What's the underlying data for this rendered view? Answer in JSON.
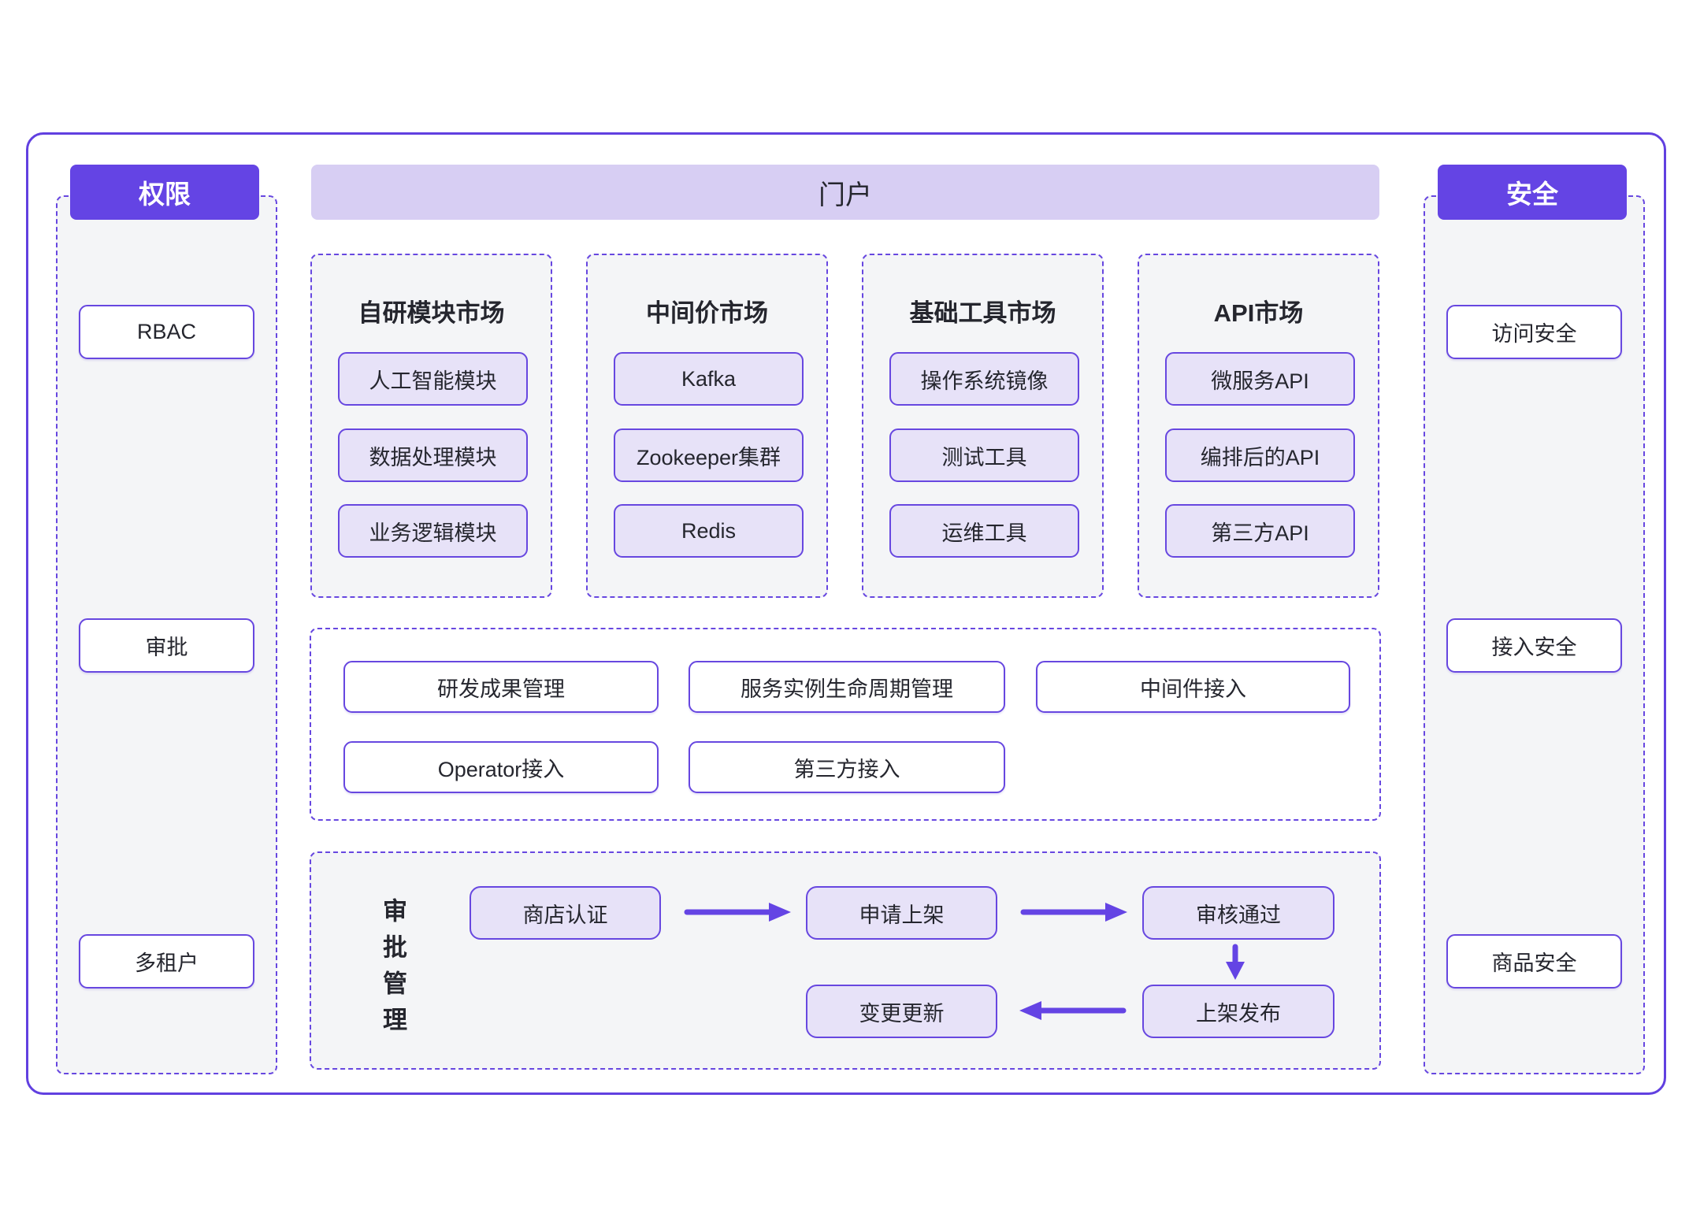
{
  "colors": {
    "accent_purple": "#6444E4",
    "box_border_purple": "#6747E0",
    "outer_border_purple": "#6140E0",
    "banner_lavender": "#D7CEF3",
    "box_lavender_fill": "#E7E2F8",
    "panel_gray_bg": "#F4F5F7",
    "text_dark": "#25262E",
    "header_text_white": "#FFFFFF"
  },
  "permissions_panel": {
    "title": "权限",
    "items": [
      "RBAC",
      "审批",
      "多租户"
    ]
  },
  "portal_banner": {
    "title": "门户"
  },
  "markets": [
    {
      "title": "自研模块市场",
      "items": [
        "人工智能模块",
        "数据处理模块",
        "业务逻辑模块"
      ]
    },
    {
      "title": "中间价市场",
      "items": [
        "Kafka",
        "Zookeeper集群",
        "Redis"
      ]
    },
    {
      "title": "基础工具市场",
      "items": [
        "操作系统镜像",
        "测试工具",
        "运维工具"
      ]
    },
    {
      "title": "API市场",
      "items": [
        "微服务API",
        "编排后的API",
        "第三方API"
      ]
    }
  ],
  "management_section": {
    "row1": [
      "研发成果管理",
      "服务实例生命周期管理",
      "中间件接入"
    ],
    "row2": [
      "Operator接入",
      "第三方接入"
    ]
  },
  "approval_section": {
    "label": "审批管理",
    "steps": [
      "商店认证",
      "申请上架",
      "审核通过",
      "上架发布",
      "变更更新"
    ]
  },
  "security_panel": {
    "title": "安全",
    "items": [
      "访问安全",
      "接入安全",
      "商品安全"
    ]
  }
}
